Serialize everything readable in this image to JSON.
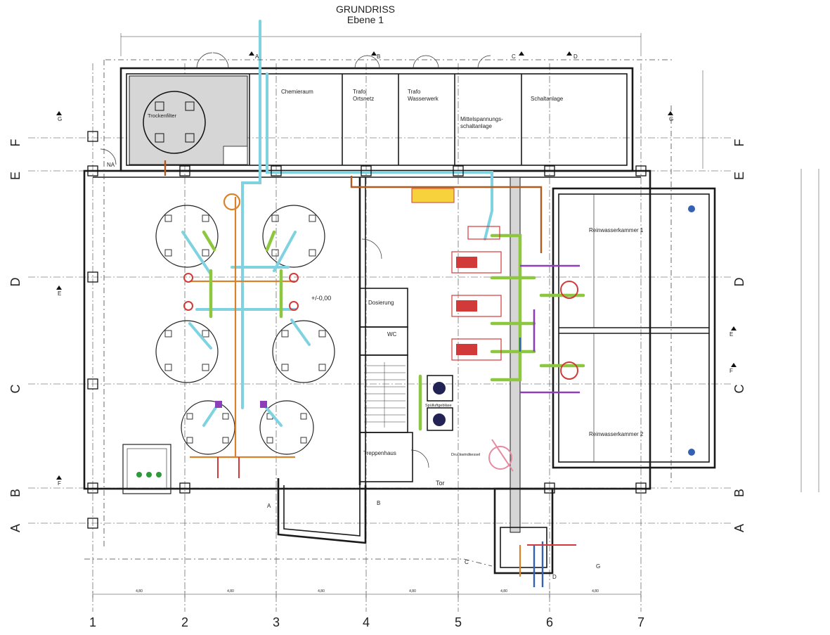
{
  "title": {
    "line1": "GRUNDRISS",
    "line2": "Ebene 1"
  },
  "axes": {
    "columns": [
      "1",
      "2",
      "3",
      "4",
      "5",
      "6",
      "7"
    ],
    "rows": [
      "F",
      "E",
      "D",
      "C",
      "B",
      "A"
    ]
  },
  "rooms": {
    "chemieraum": "Chemieraum",
    "trafo_ortsnetz_1": "Trafo",
    "trafo_ortsnetz_2": "Ortsnetz",
    "trafo_wasserwerk_1": "Trafo",
    "trafo_wasserwerk_2": "Wasserwerk",
    "mittelspannung_1": "Mittelspannungs-",
    "mittelspannung_2": "schaltanlage",
    "schaltanlage": "Schaltanlage",
    "trockenfilter": "Trockenfilter",
    "na": "NA",
    "reinwasser1": "Reinwasserkammer 1",
    "reinwasser2": "Reinwasserkammer 2",
    "bodenlabel": "+/-0,00",
    "dosierung": "Dosierung",
    "wc": "WC",
    "treppenhaus": "Treppenhaus",
    "tor": "Tor",
    "spuelluft": "Spülluftgebläse",
    "druckwindkessel": "Druckwindkessel"
  },
  "markers": {
    "section_a": "A",
    "section_b": "B",
    "section_c": "C",
    "section_d": "D",
    "section_e": "E",
    "section_f": "F",
    "section_g": "G"
  },
  "dimensions": {
    "col_span_1": "4,80",
    "col_span_2": "4,80",
    "col_span_3": "4,80",
    "col_span_4": "4,80",
    "col_span_5": "4,80",
    "col_span_6": "4,80"
  },
  "colors": {
    "cyan": "#7fd3e0",
    "orange": "#d9822b",
    "green": "#8dc63f",
    "purple": "#8c3fb8",
    "blue": "#3462b3",
    "red": "#d23a3a",
    "grey_fill": "#d6d6d6"
  }
}
